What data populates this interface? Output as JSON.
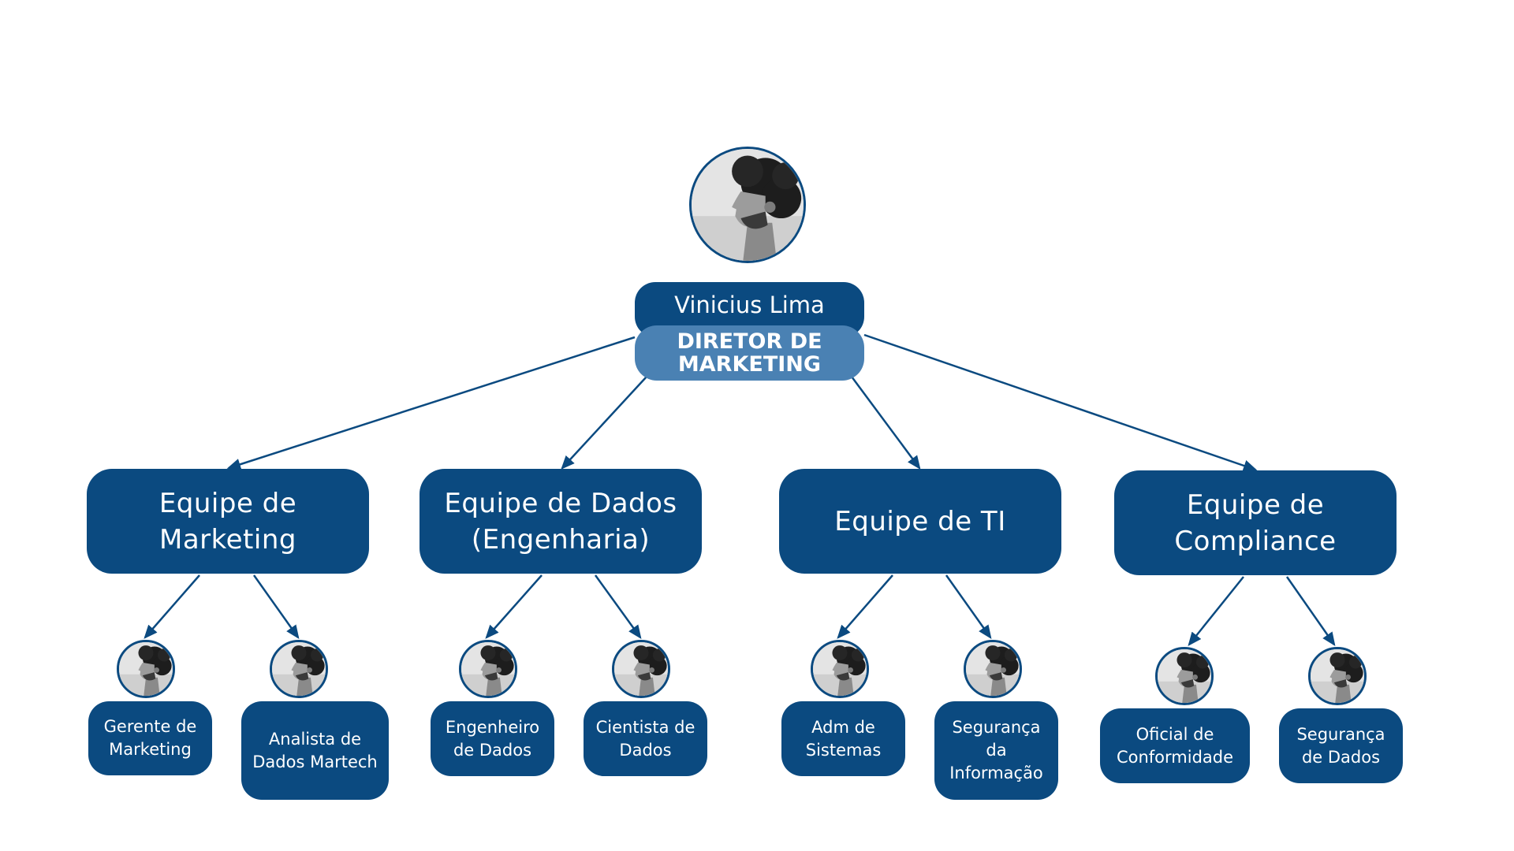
{
  "colors": {
    "primary": "#0b4a80",
    "secondary": "#4a81b3",
    "connector": "#0b4a80",
    "background": "#ffffff"
  },
  "director": {
    "name": "Vinicius Lima",
    "title": "DIRETOR DE MARKETING",
    "photo": "avatar-photo-icon"
  },
  "teams": [
    {
      "name": "Equipe de Marketing",
      "roles": [
        {
          "label": "Gerente de Marketing"
        },
        {
          "label": "Analista de Dados Martech"
        }
      ]
    },
    {
      "name": "Equipe de Dados (Engenharia)",
      "roles": [
        {
          "label": "Engenheiro de Dados"
        },
        {
          "label": "Cientista de Dados"
        }
      ]
    },
    {
      "name": "Equipe de TI",
      "roles": [
        {
          "label": "Adm de Sistemas"
        },
        {
          "label": "Segurança da Informação"
        }
      ]
    },
    {
      "name": "Equipe de Compliance",
      "roles": [
        {
          "label": "Oficial de Conformidade"
        },
        {
          "label": "Segurança de Dados"
        }
      ]
    }
  ]
}
